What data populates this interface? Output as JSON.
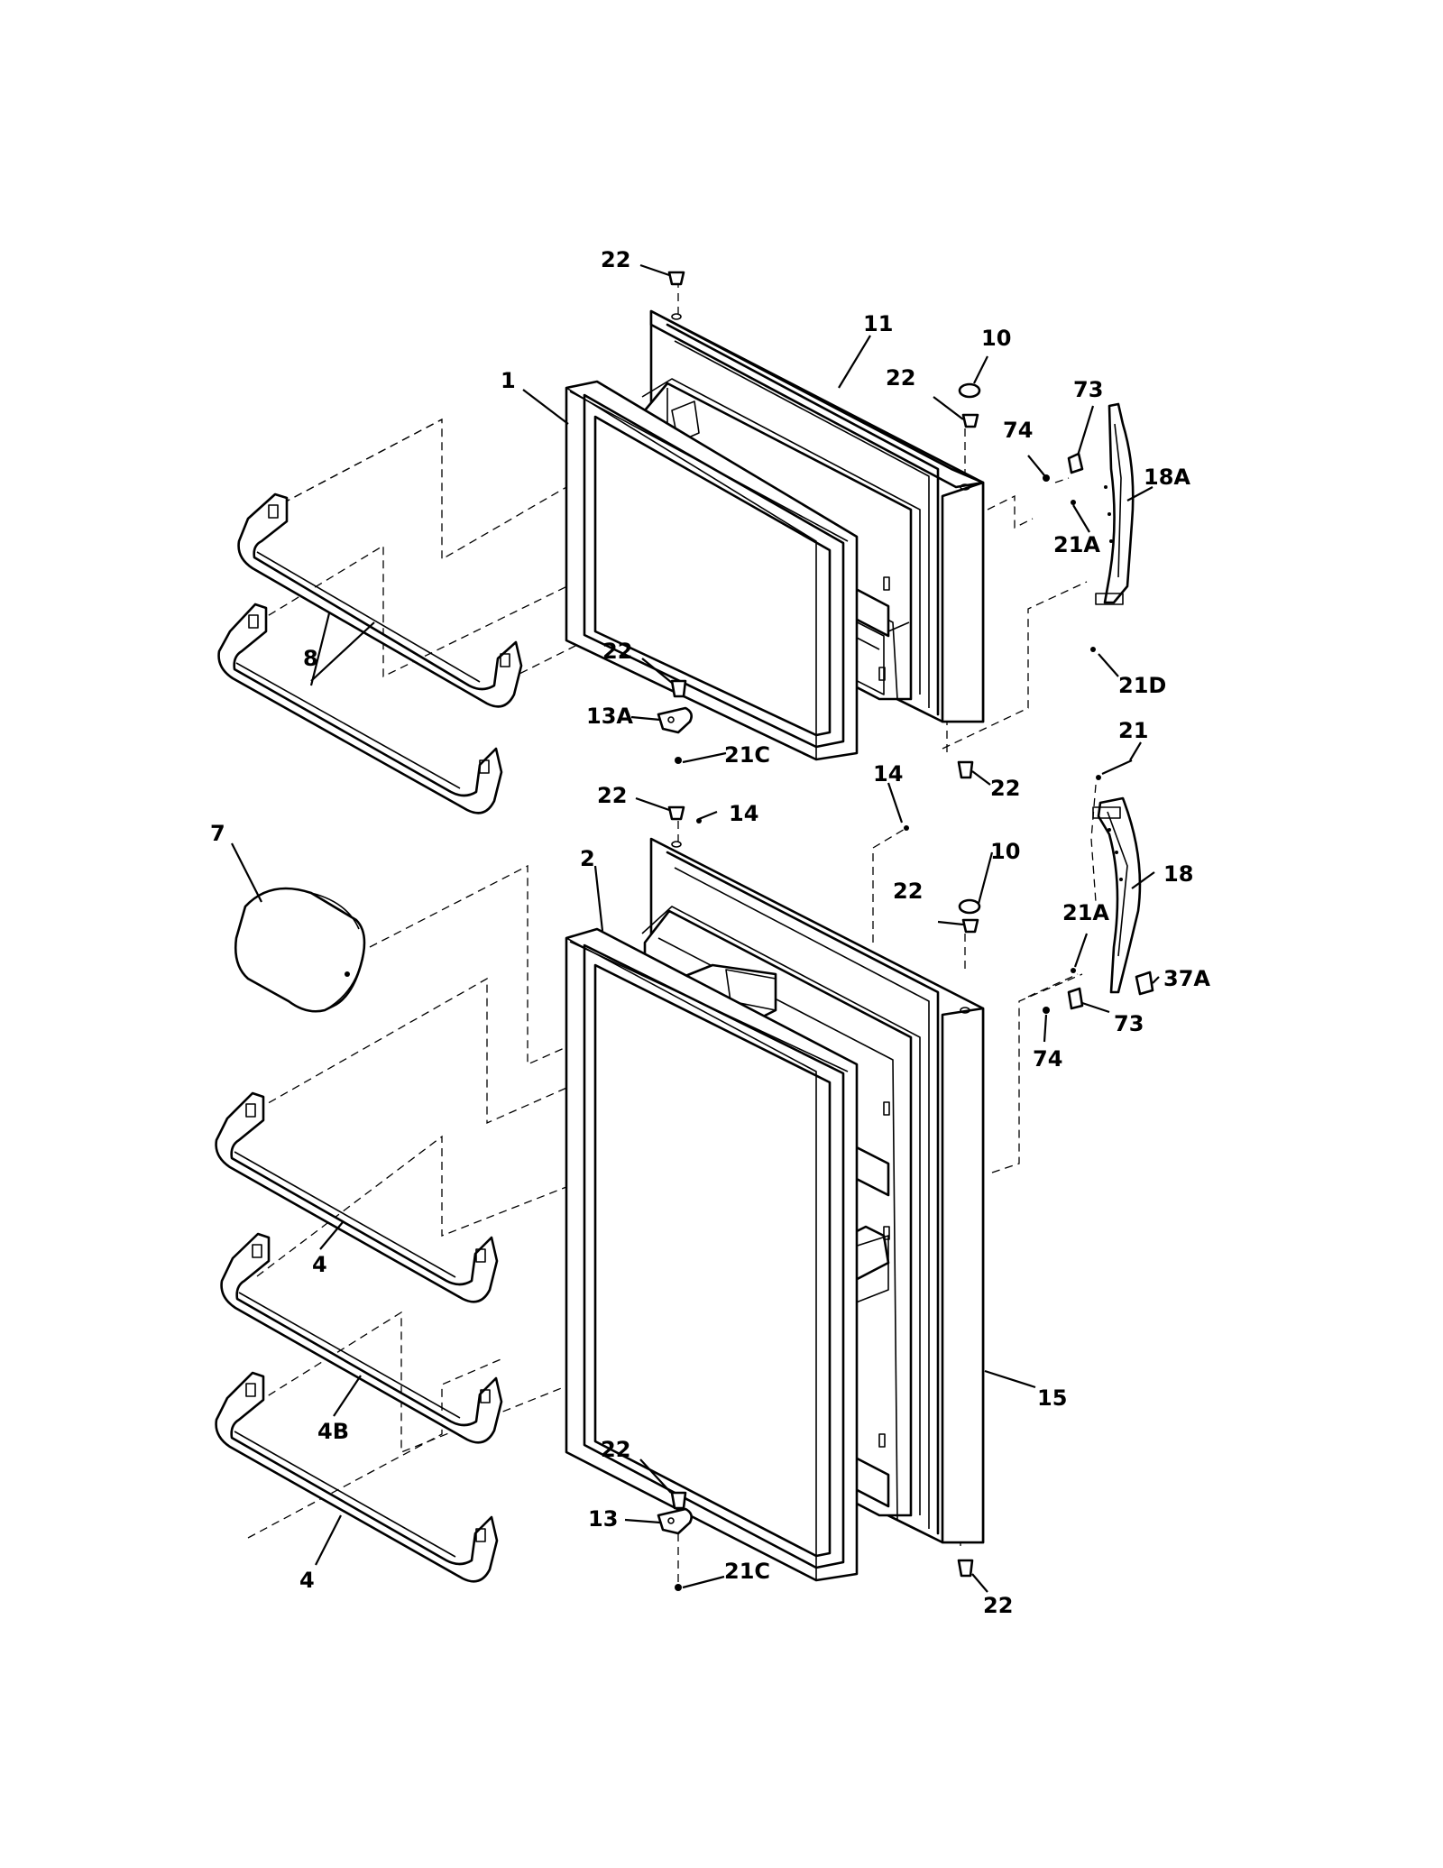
{
  "callouts": [
    {
      "id": "c22a",
      "text": "22"
    },
    {
      "id": "c11",
      "text": "11"
    },
    {
      "id": "c10a",
      "text": "10"
    },
    {
      "id": "c1",
      "text": "1"
    },
    {
      "id": "c22b",
      "text": "22"
    },
    {
      "id": "c73a",
      "text": "73"
    },
    {
      "id": "c74a",
      "text": "74"
    },
    {
      "id": "c18A",
      "text": "18A"
    },
    {
      "id": "c21Aa",
      "text": "21A"
    },
    {
      "id": "c8",
      "text": "8"
    },
    {
      "id": "c22c",
      "text": "22"
    },
    {
      "id": "c13A",
      "text": "13A"
    },
    {
      "id": "c21Ca",
      "text": "21C"
    },
    {
      "id": "c21D",
      "text": "21D"
    },
    {
      "id": "c21",
      "text": "21"
    },
    {
      "id": "c22d",
      "text": "22"
    },
    {
      "id": "c14a",
      "text": "14"
    },
    {
      "id": "c22e",
      "text": "22"
    },
    {
      "id": "c14b",
      "text": "14"
    },
    {
      "id": "c7",
      "text": "7"
    },
    {
      "id": "c2",
      "text": "2"
    },
    {
      "id": "c10b",
      "text": "10"
    },
    {
      "id": "c22f",
      "text": "22"
    },
    {
      "id": "c18",
      "text": "18"
    },
    {
      "id": "c21Ab",
      "text": "21A"
    },
    {
      "id": "c37A",
      "text": "37A"
    },
    {
      "id": "c73b",
      "text": "73"
    },
    {
      "id": "c74b",
      "text": "74"
    },
    {
      "id": "c4a",
      "text": "4"
    },
    {
      "id": "c4B",
      "text": "4B"
    },
    {
      "id": "c15",
      "text": "15"
    },
    {
      "id": "c22g",
      "text": "22"
    },
    {
      "id": "c13",
      "text": "13"
    },
    {
      "id": "c21Cb",
      "text": "21C"
    },
    {
      "id": "c22h",
      "text": "22"
    },
    {
      "id": "c4b",
      "text": "4"
    }
  ]
}
